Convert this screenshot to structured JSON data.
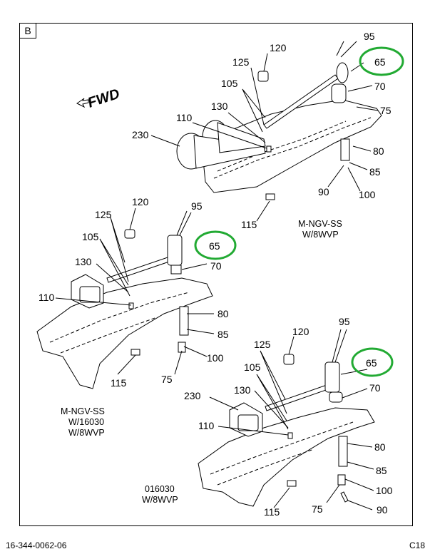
{
  "panel_tag": "B",
  "direction_label": "FWD",
  "footer": {
    "doc_number": "16-344-0062-06",
    "page": "C18"
  },
  "highlight_color": "#22aa33",
  "views": [
    {
      "caption": [
        "M-NGV-SS",
        "W/8WVP"
      ],
      "callouts": {
        "c95": "95",
        "c65": "65",
        "c120": "120",
        "c125": "125",
        "c105": "105",
        "c70": "70",
        "c130": "130",
        "c75": "75",
        "c110": "110",
        "c230": "230",
        "c80": "80",
        "c85": "85",
        "c90": "90",
        "c100": "100",
        "c115": "115"
      }
    },
    {
      "caption": [
        "M-NGV-SS",
        "W/16030",
        "W/8WVP"
      ],
      "callouts": {
        "c120": "120",
        "c95": "95",
        "c125": "125",
        "c65": "65",
        "c105": "105",
        "c70": "70",
        "c130": "130",
        "c110": "110",
        "c80": "80",
        "c85": "85",
        "c100": "100",
        "c75": "75",
        "c115": "115"
      }
    },
    {
      "caption": [
        "016030",
        "W/8WVP"
      ],
      "callouts": {
        "c120": "120",
        "c95": "95",
        "c125": "125",
        "c65": "65",
        "c105": "105",
        "c70": "70",
        "c230": "230",
        "c130": "130",
        "c110": "110",
        "c80": "80",
        "c85": "85",
        "c100": "100",
        "c75": "75",
        "c115": "115",
        "c90": "90"
      }
    }
  ]
}
